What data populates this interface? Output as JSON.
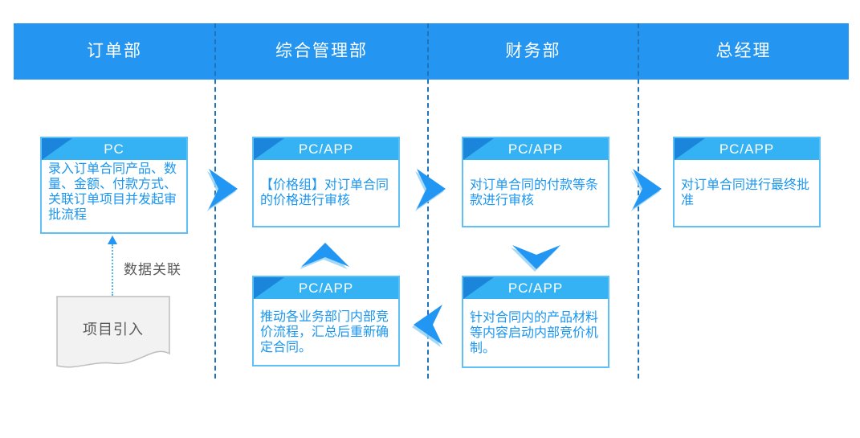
{
  "colors": {
    "band_blue": "#2496F1",
    "node_header_blue": "#35B2F3",
    "fold_blue": "#1A85DB",
    "node_border_blue": "#5FC0F7",
    "body_text_blue": "#1B96EF",
    "arrow_blue": "#2196F3",
    "lane_line_blue": "#2272B8",
    "doc_fill": "#F2F2F2",
    "doc_border": "#BDBDBD",
    "muted_text": "#595959"
  },
  "lanes": [
    {
      "title": "订单部"
    },
    {
      "title": "综合管理部"
    },
    {
      "title": "财务部"
    },
    {
      "title": "总经理"
    }
  ],
  "nodes": [
    {
      "header": "PC",
      "body": "录入订单合同产品、数量、金额、付款方式、关联订单项目并发起审批流程"
    },
    {
      "header": "PC/APP",
      "body": "【价格组】对订单合同的价格进行审核"
    },
    {
      "header": "PC/APP",
      "body": "对订单合同的付款等条款进行审核"
    },
    {
      "header": "PC/APP",
      "body": "对订单合同进行最终批准"
    },
    {
      "header": "PC/APP",
      "body": "推动各业务部门内部竞价流程，汇总后重新确定合同。"
    },
    {
      "header": "PC/APP",
      "body": "针对合同内的产品材料等内容启动内部竞价机制。"
    }
  ],
  "document": {
    "label": "项目引入"
  },
  "connector": {
    "label": "数据关联"
  }
}
